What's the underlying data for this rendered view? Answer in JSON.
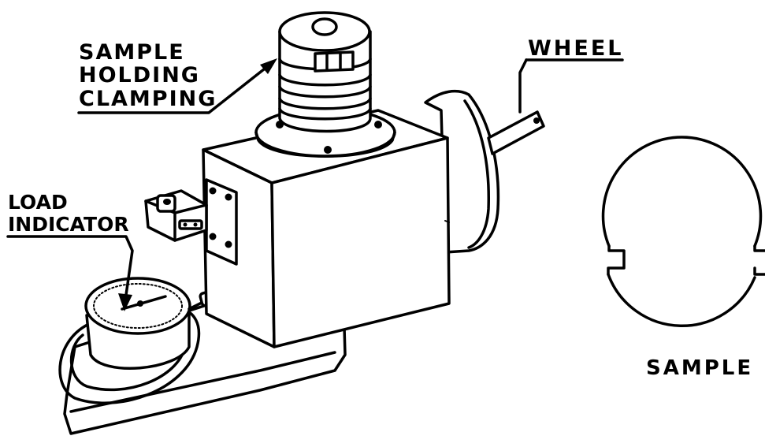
{
  "labels": {
    "sample_holding_line1": "SAMPLE",
    "sample_holding_line2": "HOLDING",
    "sample_holding_line3": "CLAMPING",
    "wheel": "WHEEL",
    "load_line1": "LOAD",
    "load_line2": "INDICATOR",
    "sample": "SAMPLE"
  },
  "colors": {
    "ink": "#000000",
    "paper": "#ffffff"
  }
}
